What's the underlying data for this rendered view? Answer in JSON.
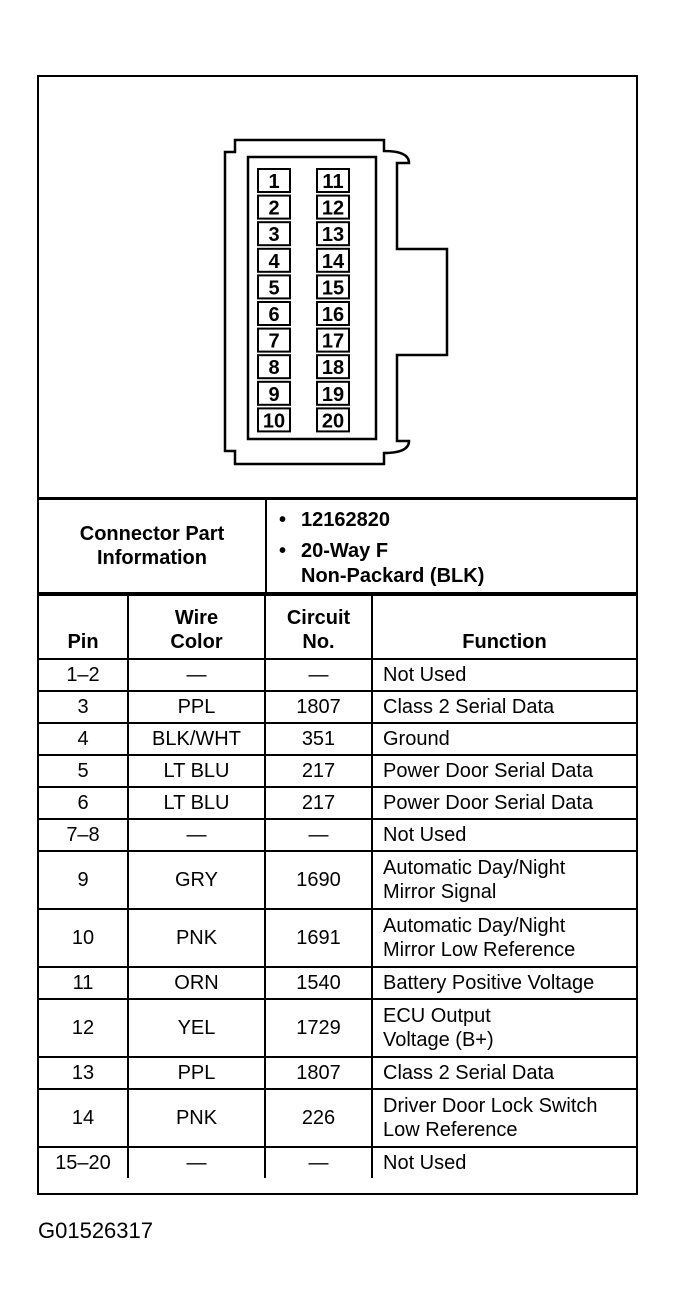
{
  "connector": {
    "left_pins": [
      "1",
      "2",
      "3",
      "4",
      "5",
      "6",
      "7",
      "8",
      "9",
      "10"
    ],
    "right_pins": [
      "11",
      "12",
      "13",
      "14",
      "15",
      "16",
      "17",
      "18",
      "19",
      "20"
    ]
  },
  "part_info": {
    "label": "Connector Part\nInformation",
    "bullet": "•",
    "values": [
      "12162820",
      "20-Way F\nNon-Packard (BLK)"
    ]
  },
  "table": {
    "headers": [
      "Pin",
      "Wire\nColor",
      "Circuit\nNo.",
      "Function"
    ],
    "rows": [
      {
        "pin": "1–2",
        "color": "—",
        "circuit": "—",
        "function": "Not Used"
      },
      {
        "pin": "3",
        "color": "PPL",
        "circuit": "1807",
        "function": "Class 2 Serial Data"
      },
      {
        "pin": "4",
        "color": "BLK/WHT",
        "circuit": "351",
        "function": "Ground"
      },
      {
        "pin": "5",
        "color": "LT BLU",
        "circuit": "217",
        "function": "Power Door Serial Data"
      },
      {
        "pin": "6",
        "color": "LT BLU",
        "circuit": "217",
        "function": "Power Door Serial Data"
      },
      {
        "pin": "7–8",
        "color": "—",
        "circuit": "—",
        "function": "Not Used"
      },
      {
        "pin": "9",
        "color": "GRY",
        "circuit": "1690",
        "function": "Automatic Day/Night\nMirror Signal"
      },
      {
        "pin": "10",
        "color": "PNK",
        "circuit": "1691",
        "function": "Automatic Day/Night\nMirror Low Reference"
      },
      {
        "pin": "11",
        "color": "ORN",
        "circuit": "1540",
        "function": "Battery Positive Voltage"
      },
      {
        "pin": "12",
        "color": "YEL",
        "circuit": "1729",
        "function": "ECU Output\nVoltage (B+)"
      },
      {
        "pin": "13",
        "color": "PPL",
        "circuit": "1807",
        "function": "Class 2 Serial Data"
      },
      {
        "pin": "14",
        "color": "PNK",
        "circuit": "226",
        "function": "Driver Door Lock Switch\nLow Reference"
      },
      {
        "pin": "15–20",
        "color": "—",
        "circuit": "—",
        "function": "Not Used"
      }
    ]
  },
  "footer": {
    "code": "G01526317"
  }
}
